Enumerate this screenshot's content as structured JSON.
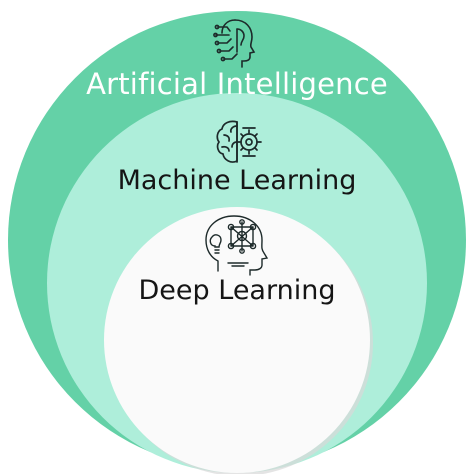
{
  "diagram": {
    "outer_circle": {
      "label": "Artificial Intelligence",
      "fill": "#64d1a7",
      "label_color": "#ffffff",
      "icon": "ai-head-circuit-icon"
    },
    "middle_circle": {
      "label": "Machine Learning",
      "fill": "#aeeeda",
      "label_color": "#151515",
      "icon": "brain-gear-icon"
    },
    "inner_circle": {
      "label": "Deep Learning",
      "fill": "#fafafa",
      "label_color": "#151515",
      "icon": "head-network-bulb-icon"
    },
    "edge_color": "#e8e8e8"
  }
}
